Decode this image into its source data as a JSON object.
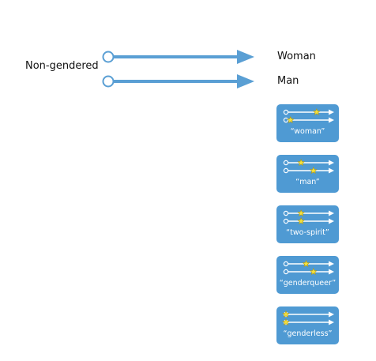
{
  "colors": {
    "arrow": "#5a9fd4",
    "card_background": "#4f9ad3",
    "card_line": "#ffffff",
    "star": "#f5e23c",
    "star_outline": "#b59a10"
  },
  "source_label": "Non-gendered",
  "targets": [
    {
      "label": "Woman"
    },
    {
      "label": "Man"
    }
  ],
  "cards": [
    {
      "label": "“woman”",
      "star_top": 0.67,
      "star_bottom": 0.1
    },
    {
      "label": "“man”",
      "star_top": 0.33,
      "star_bottom": 0.6
    },
    {
      "label": "“two-spirit”",
      "star_top": 0.33,
      "star_bottom": 0.33
    },
    {
      "label": "“genderqueer”",
      "star_top": 0.44,
      "star_bottom": 0.6
    },
    {
      "label": "“genderless”",
      "star_top": 0.0,
      "star_bottom": 0.0
    }
  ],
  "icons": {
    "card_star": "star-icon",
    "line_start": "open-circle-icon",
    "line_end": "arrowhead-icon"
  }
}
